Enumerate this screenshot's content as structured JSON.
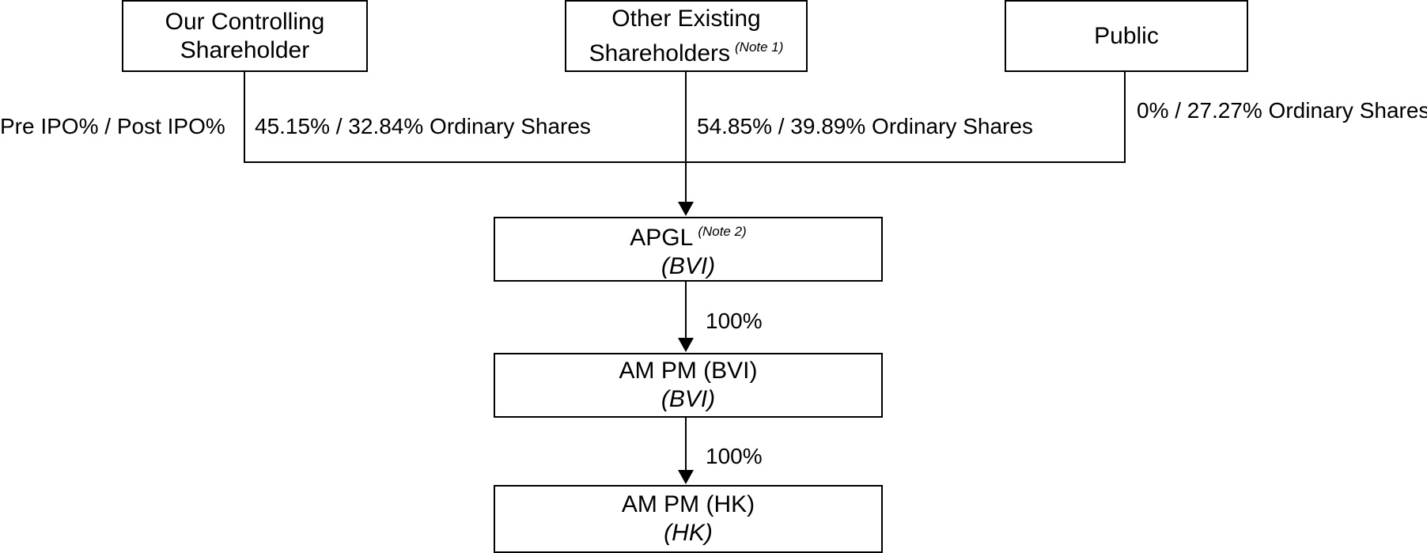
{
  "top_boxes": {
    "controlling": {
      "line1": "Our Controlling",
      "line2": "Shareholder"
    },
    "other": {
      "line1": "Other Existing",
      "line2": "Shareholders",
      "note": "(Note 1)"
    },
    "public": {
      "line1": "Public"
    }
  },
  "labels": {
    "legend": "Pre IPO% / Post IPO%",
    "controlling_pct": "45.15% / 32.84% Ordinary Shares",
    "other_pct": "54.85% / 39.89% Ordinary Shares",
    "public_pct": "0% / 27.27% Ordinary Shares",
    "apgl_to_bvi_pct": "100%",
    "bvi_to_hk_pct": "100%"
  },
  "entities": {
    "apgl": {
      "name": "APGL",
      "note": "(Note 2)",
      "jurisdiction": "(BVI)"
    },
    "ampm_bvi": {
      "name": "AM PM (BVI)",
      "jurisdiction": "(BVI)"
    },
    "ampm_hk": {
      "name": "AM PM (HK)",
      "jurisdiction": "(HK)"
    }
  }
}
